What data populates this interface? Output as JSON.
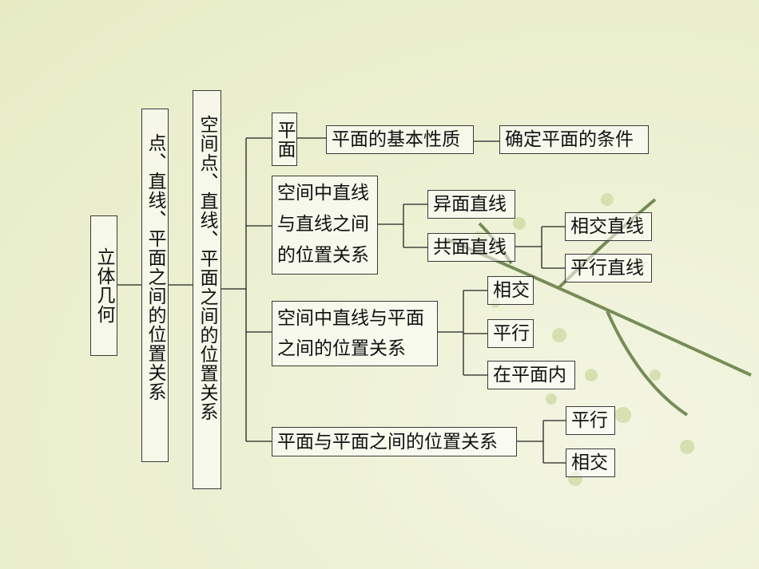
{
  "root": "立体几何",
  "level1": "点、直线、平面之间的位置关系",
  "level2": "空间点、直线、平面之间的位置关系",
  "plane": {
    "label": "平面",
    "property": "平面的基本性质",
    "condition": "确定平面的条件"
  },
  "line_line": {
    "label": "空间中直线与直线之间的位置关系",
    "skew": "异面直线",
    "coplanar": "共面直线",
    "intersect": "相交直线",
    "parallel": "平行直线"
  },
  "line_plane": {
    "label": "空间中直线与平面之间的位置关系",
    "intersect": "相交",
    "parallel": "平行",
    "in_plane": "在平面内"
  },
  "plane_plane": {
    "label": "平面与平面之间的位置关系",
    "parallel": "平行",
    "intersect": "相交"
  }
}
